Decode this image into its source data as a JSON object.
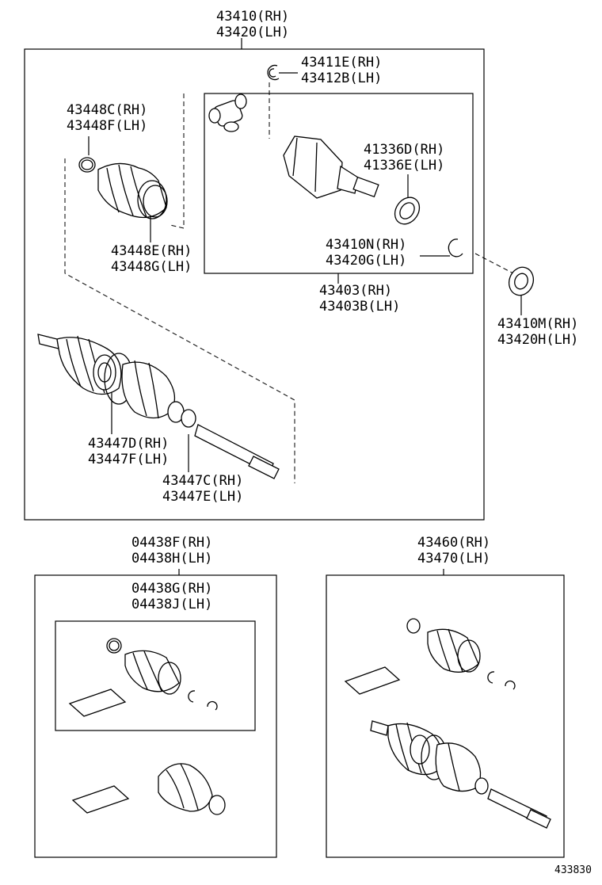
{
  "labels": {
    "top_assembly": [
      "43410(RH)",
      "43420(LH)"
    ],
    "snap_ring_a": [
      "43411E(RH)",
      "43412B(LH)"
    ],
    "boot_clamp_outer_small": [
      "43448C(RH)",
      "43448F(LH)"
    ],
    "oil_seal_inner": [
      "41336D(RH)",
      "41336E(LH)"
    ],
    "boot_clamp_outer_large": [
      "43448E(RH)",
      "43448G(LH)"
    ],
    "snap_ring_b": [
      "43410N(RH)",
      "43420G(LH)"
    ],
    "inboard_joint_assy": [
      "43403(RH)",
      "43403B(LH)"
    ],
    "dust_deflector": [
      "43410M(RH)",
      "43420H(LH)"
    ],
    "boot_clamp_inner_large": [
      "43447D(RH)",
      "43447F(LH)"
    ],
    "boot_clamp_inner_small": [
      "43447C(RH)",
      "43447E(LH)"
    ],
    "boot_kit_outer": [
      "04438F(RH)",
      "04438H(LH)"
    ],
    "boot_kit_inner": [
      "04438G(RH)",
      "04438J(LH)"
    ],
    "outboard_joint_assy": [
      "43460(RH)",
      "43470(LH)"
    ]
  },
  "figure_code": "433830"
}
